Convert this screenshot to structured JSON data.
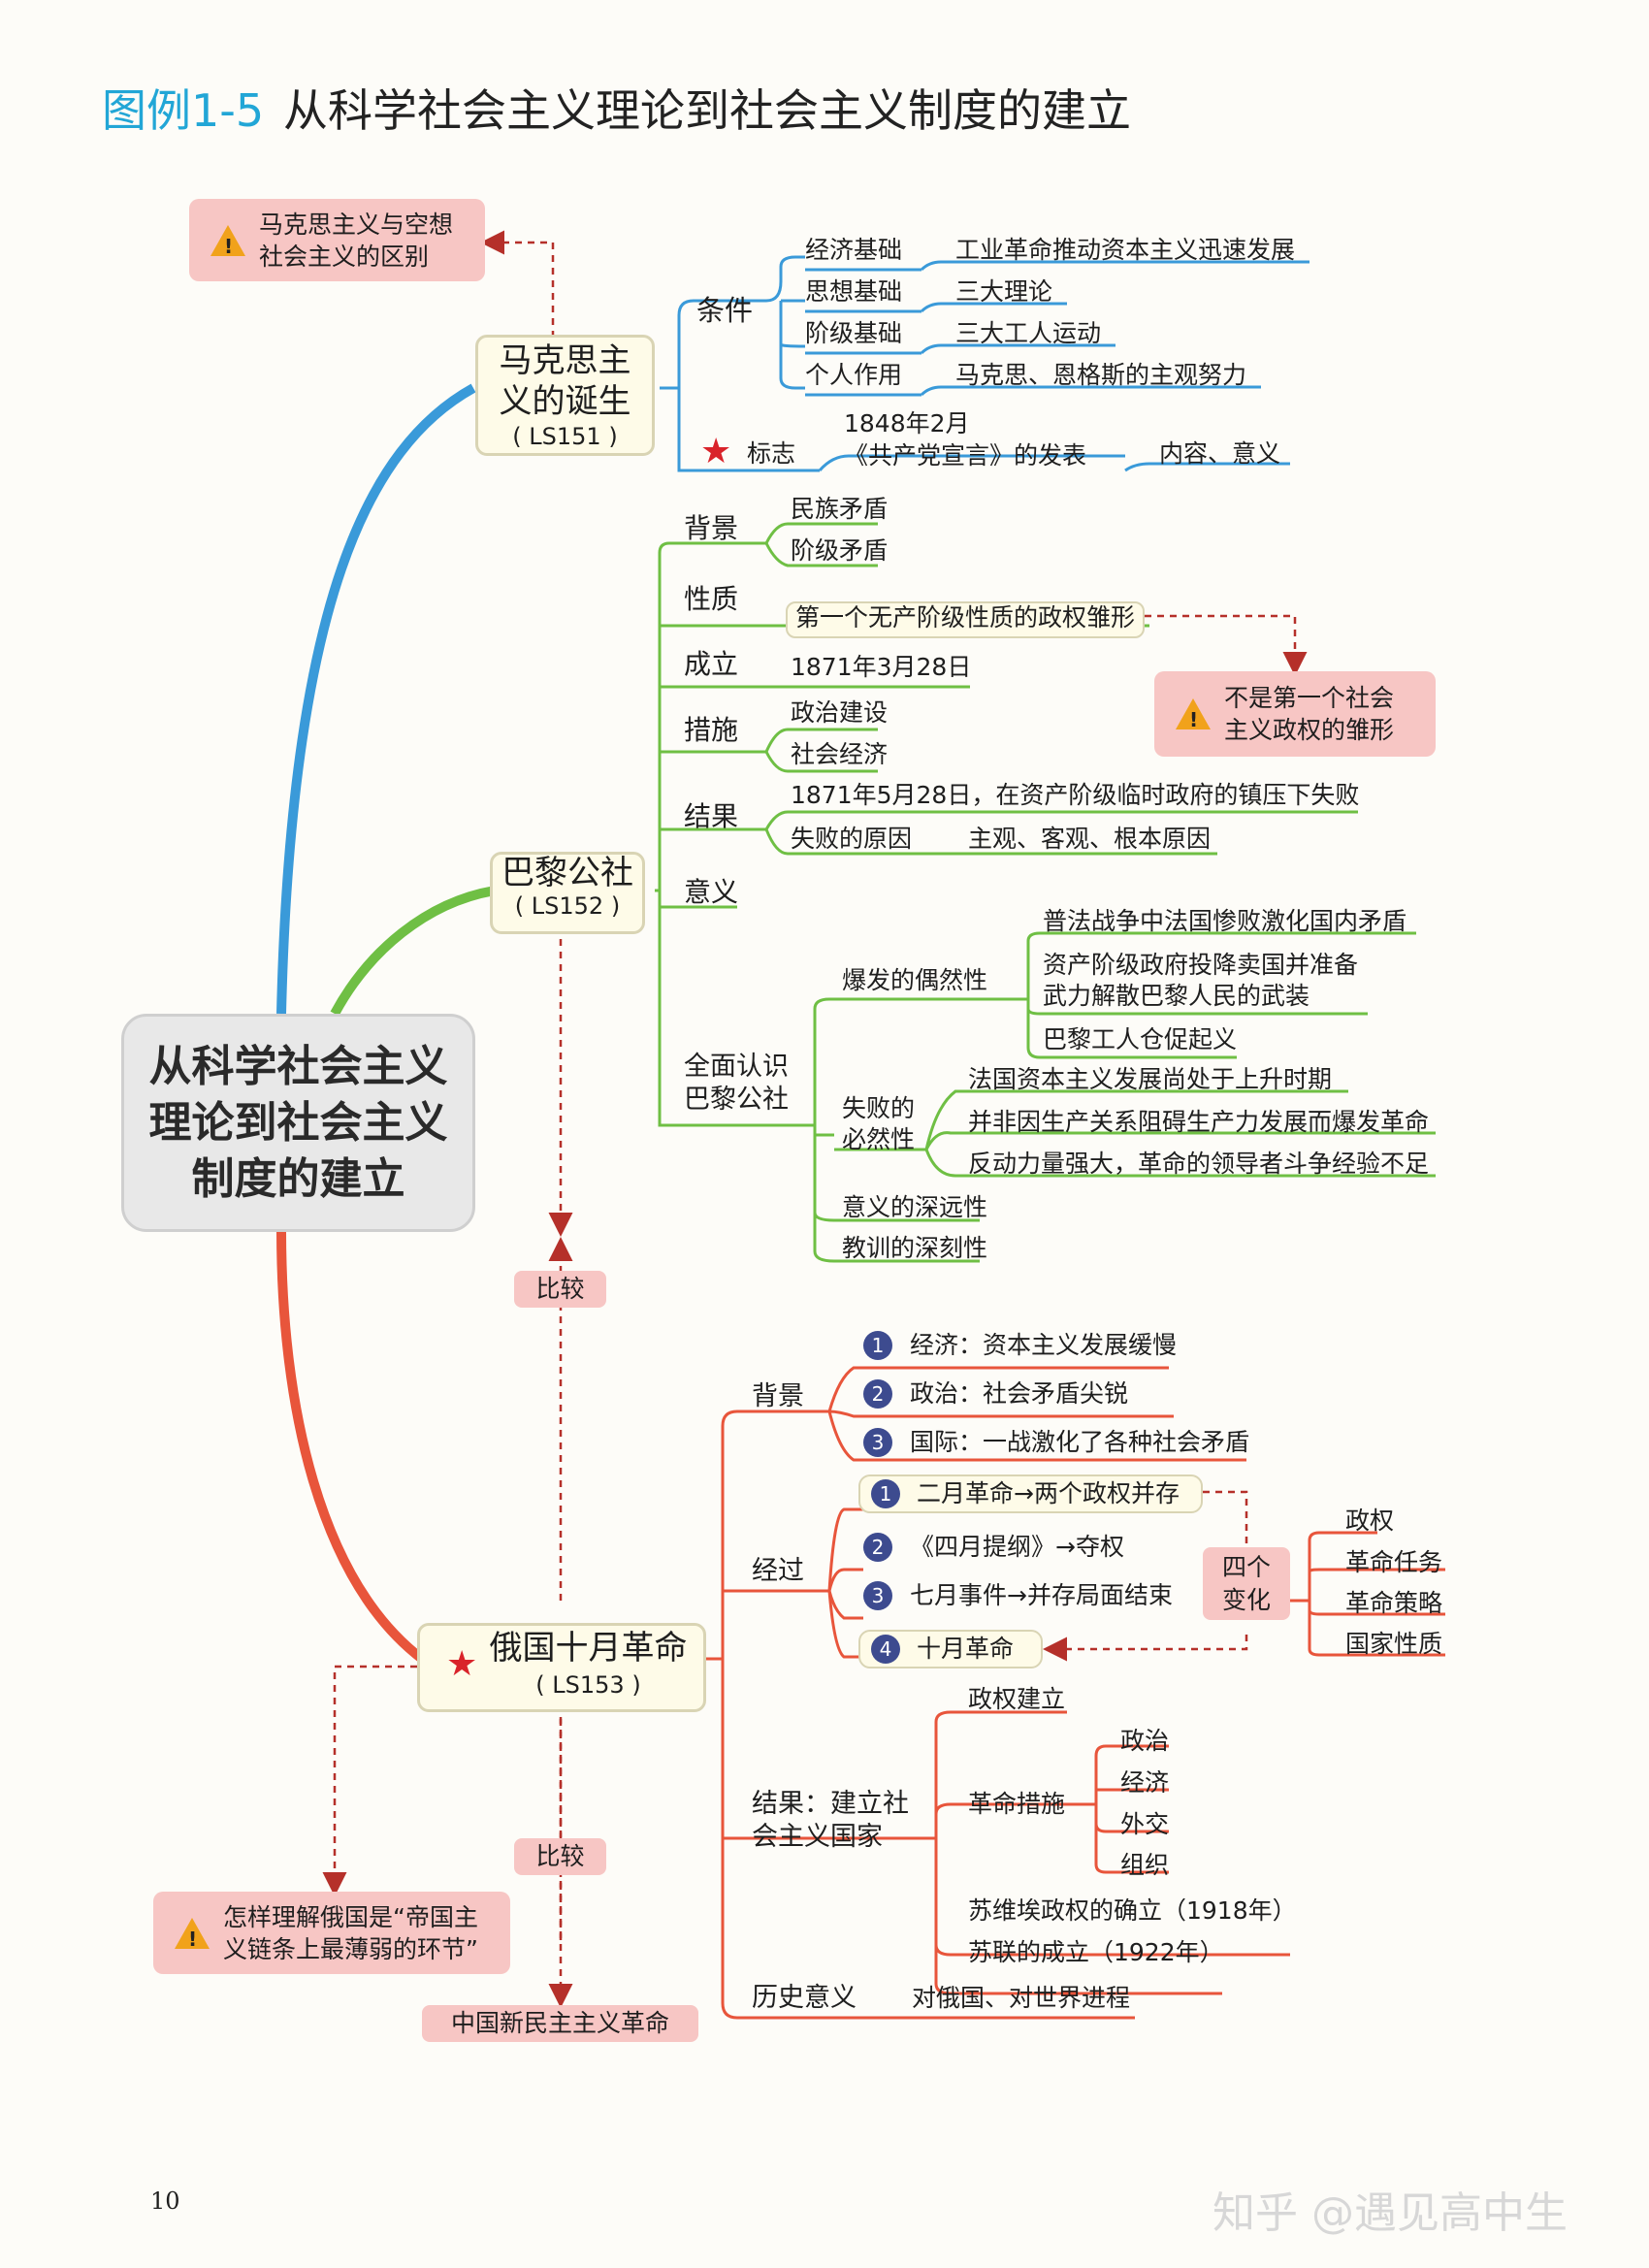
{
  "title": {
    "prefix": "图例1-5",
    "main": "从科学社会主义理论到社会主义制度的建立"
  },
  "center": {
    "lines": [
      "从科学社会主义",
      "理论到社会主义",
      "制度的建立"
    ]
  },
  "marx": {
    "node_line1": "马克思主",
    "node_line2": "义的诞生",
    "code": "( LS151 )",
    "warning": [
      "马克思主义与空想",
      "社会主义的区别"
    ],
    "conditions_label": "条件",
    "conditions": [
      {
        "name": "经济基础",
        "detail": "工业革命推动资本主义迅速发展"
      },
      {
        "name": "思想基础",
        "detail": "三大理论"
      },
      {
        "name": "阶级基础",
        "detail": "三大工人运动"
      },
      {
        "name": "个人作用",
        "detail": "马克思、恩格斯的主观努力"
      }
    ],
    "sign_label": "标志",
    "sign_date": "1848年2月",
    "sign_event": "《共产党宣言》的发表",
    "sign_detail": "内容、意义"
  },
  "paris": {
    "node": "巴黎公社",
    "code": "( LS152 )",
    "background_label": "背景",
    "background": [
      "民族矛盾",
      "阶级矛盾"
    ],
    "nature_label": "性质",
    "nature": "第一个无产阶级性质的政权雏形",
    "warning": [
      "不是第一个社会",
      "主义政权的雏形"
    ],
    "founded_label": "成立",
    "founded": "1871年3月28日",
    "measures_label": "措施",
    "measures": [
      "政治建设",
      "社会经济"
    ],
    "result_label": "结果",
    "result": "1871年5月28日，在资产阶级临时政府的镇压下失败",
    "failure_cause": "失败的原因",
    "failure_detail": "主观、客观、根本原因",
    "meaning_label": "意义",
    "understanding_label": [
      "全面认识",
      "巴黎公社"
    ],
    "accidental_label": "爆发的偶然性",
    "accidental": [
      "普法战争中法国惨败激化国内矛盾",
      "资产阶级政府投降卖国并准备",
      "武力解散巴黎人民的武装",
      "巴黎工人仓促起义"
    ],
    "inevitable_label": [
      "失败的",
      "必然性"
    ],
    "inevitable": [
      "法国资本主义发展尚处于上升时期",
      "并非因生产关系阻碍生产力发展而爆发革命",
      "反动力量强大，革命的领导者斗争经验不足"
    ],
    "far_reaching": "意义的深远性",
    "profound": "教训的深刻性"
  },
  "compare_labels": [
    "比较",
    "比较"
  ],
  "russia": {
    "node": "俄国十月革命",
    "code": "( LS153 )",
    "background_label": "背景",
    "background": [
      {
        "n": "1",
        "text": "经济：资本主义发展缓慢"
      },
      {
        "n": "2",
        "text": "政治：社会矛盾尖锐"
      },
      {
        "n": "3",
        "text": "国际：一战激化了各种社会矛盾"
      }
    ],
    "process_label": "经过",
    "process": [
      {
        "n": "1",
        "text": "二月革命→两个政权并存"
      },
      {
        "n": "2",
        "text": "《四月提纲》→夺权"
      },
      {
        "n": "3",
        "text": "七月事件→并存局面结束"
      },
      {
        "n": "4",
        "text": "十月革命"
      }
    ],
    "four_changes": [
      "四个",
      "变化"
    ],
    "changes": [
      "政权",
      "革命任务",
      "革命策略",
      "国家性质"
    ],
    "result_label": [
      "结果：建立社",
      "会主义国家"
    ],
    "regime": "政权建立",
    "measures_label": "革命措施",
    "measures": [
      "政治",
      "经济",
      "外交",
      "组织"
    ],
    "soviet": "苏维埃政权的确立（1918年）",
    "ussr": "苏联的成立（1922年）",
    "significance_label": "历史意义",
    "significance": "对俄国、对世界进程",
    "warning": [
      "怎样理解俄国是“帝国主",
      "义链条上最薄弱的环节”"
    ],
    "china": "中国新民主主义革命"
  },
  "page_number": "10",
  "watermark": "知乎 @遇见高中生",
  "colors": {
    "blue": "#3a9ad9",
    "green": "#6fbf44",
    "red": "#e8553b",
    "pink": "#f7c6c4",
    "dash": "#b5302a",
    "title_blue": "#22a6d6"
  }
}
